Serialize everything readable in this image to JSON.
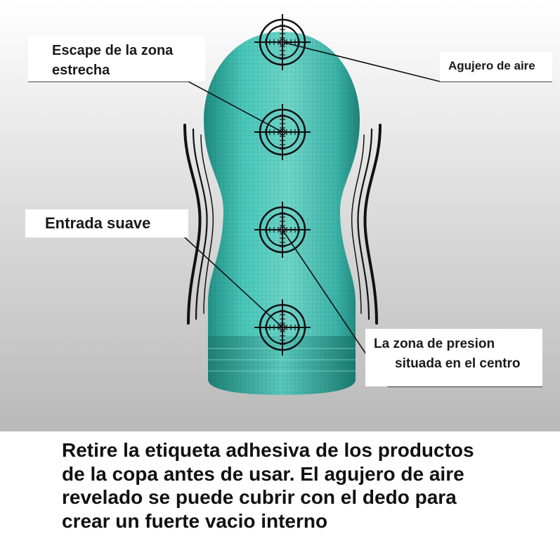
{
  "labels": {
    "escape_line1": "Escape de la zona",
    "escape_line2": "estrecha",
    "air_hole": "Agujero de aire",
    "entrada": "Entrada suave",
    "presion_line1": "La zona de presion",
    "presion_line2": "situada en el centro"
  },
  "caption": {
    "line1": "Retire la etiqueta adhesiva de los productos",
    "line2": "de la copa antes de usar. El agujero de aire",
    "line3": "revelado se puede cubrir con el dedo para",
    "line4": "crear un fuerte vacio interno"
  },
  "colors": {
    "cup": "#3fbdb2",
    "cup_shadow": "#23958b",
    "reticle": "#111111",
    "background_top": "#ffffff",
    "background_bottom": "#b9b9b9"
  },
  "icons": [
    "crosshair-icon"
  ]
}
